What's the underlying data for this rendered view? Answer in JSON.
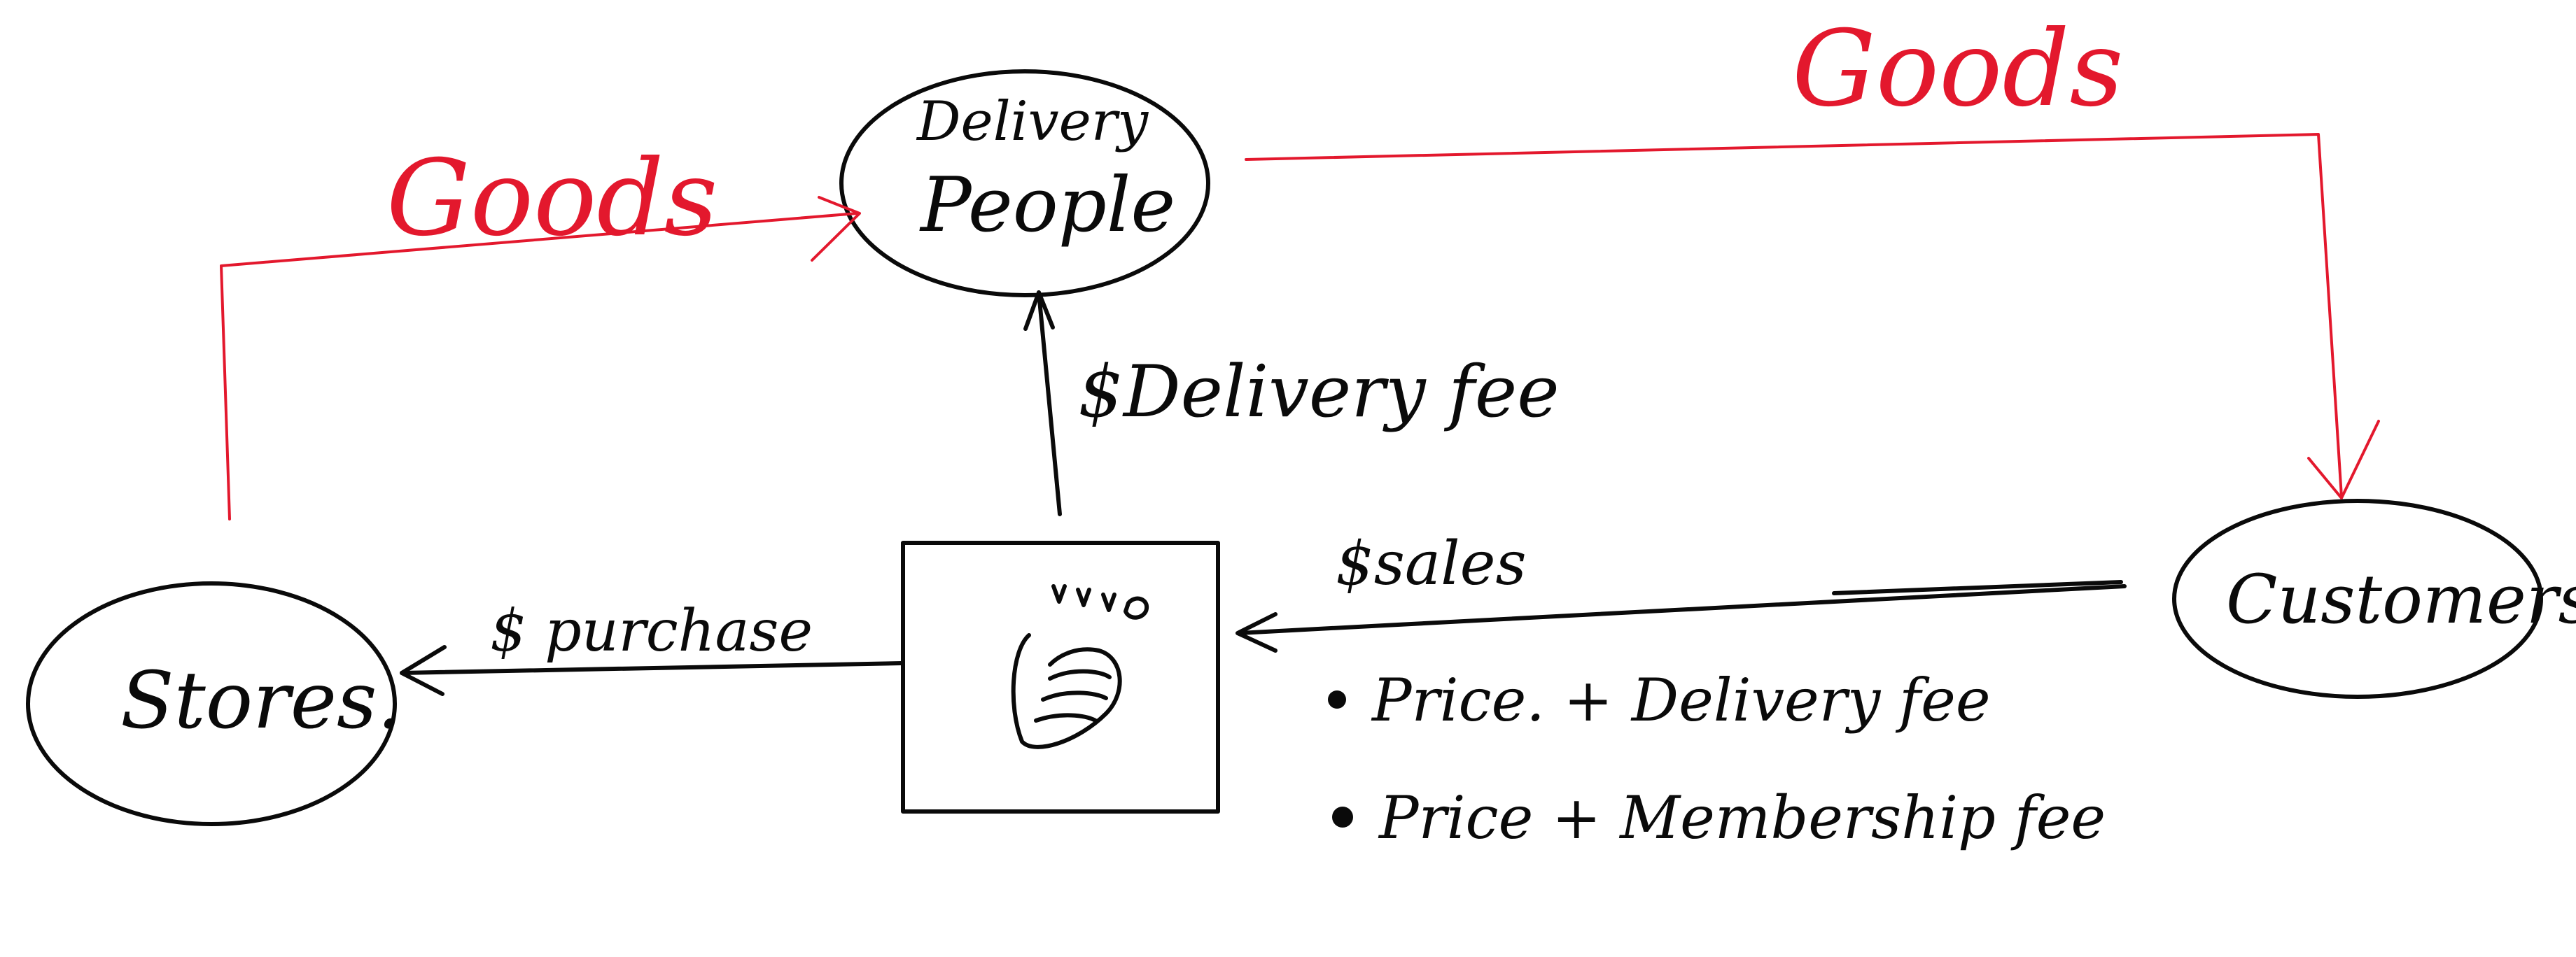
{
  "nodes": {
    "delivery_line1": "Delivery",
    "delivery_line2": "People",
    "stores": "Stores.",
    "customers": "Customers"
  },
  "flows": {
    "goods_left": "Goods",
    "goods_right": "Goods",
    "delivery_fee": "$Delivery fee",
    "sales": "$sales",
    "purchase": "$ purchase"
  },
  "pricing_options": [
    "Price. + Delivery fee",
    "Price + Membership fee"
  ],
  "colors": {
    "money_flow": "#0a0a0a",
    "goods_flow": "#e3182d"
  }
}
